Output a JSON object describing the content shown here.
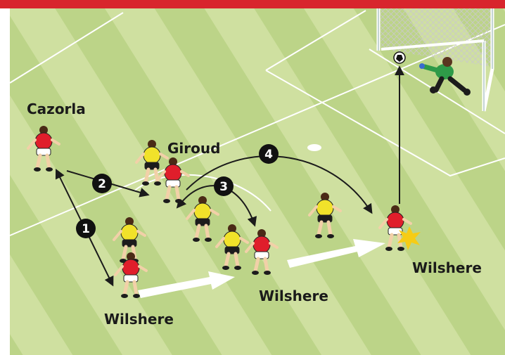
{
  "colors": {
    "top_band": "#d8252d",
    "grass_light": "#cfe0a0",
    "grass_dark": "#bcd488",
    "line": "#ffffff",
    "home_kit": "#e01e2b",
    "away_kit": "#f1e22a",
    "shorts_white": "#ffffff",
    "shorts_black": "#1c1c1c",
    "keeper_kit": "#2e9a48",
    "arrow": "#1b1b1b",
    "run_arrow": "#ffffff",
    "badge": "#111111",
    "impact": "#f6cc16"
  },
  "labels": {
    "cazorla": "Cazorla",
    "giroud": "Giroud",
    "wilshere_start": "Wilshere",
    "wilshere_mid": "Wilshere",
    "wilshere_finish": "Wilshere"
  },
  "steps": [
    "1",
    "2",
    "3",
    "4"
  ],
  "icons": {
    "ball": "football-icon",
    "impact": "strike-burst-icon",
    "goal": "goal-frame-icon"
  }
}
